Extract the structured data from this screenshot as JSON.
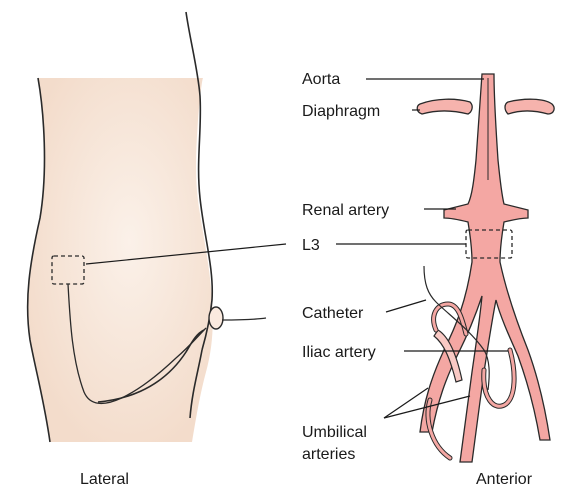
{
  "labels": {
    "aorta": "Aorta",
    "diaphragm": "Diaphragm",
    "renal_artery": "Renal artery",
    "l3": "L3",
    "catheter": "Catheter",
    "iliac_artery": "Iliac artery",
    "umbilical_line1": "Umbilical",
    "umbilical_line2": "arteries"
  },
  "views": {
    "lateral": "Lateral",
    "anterior": "Anterior"
  },
  "colors": {
    "skin": "#f6e4d6",
    "skin_highlight": "#fbf1e9",
    "artery": "#f4a7a3",
    "artery_light": "#f9c9c4",
    "outline": "#2a2a2a"
  }
}
